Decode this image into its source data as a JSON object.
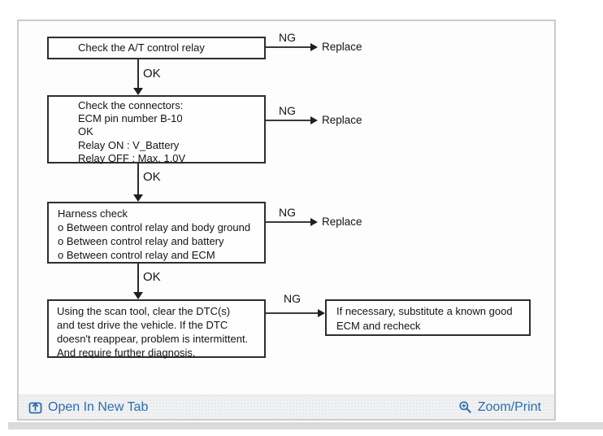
{
  "flowchart": {
    "labels": {
      "ok": "OK",
      "ng": "NG",
      "replace": "Replace"
    },
    "steps": [
      {
        "lines": [
          "Check the A/T control relay"
        ]
      },
      {
        "lines": [
          "Check the connectors:",
          "ECM pin number B-10",
          "OK",
          "Relay ON : V_Battery",
          "Relay OFF : Max. 1.0V"
        ]
      },
      {
        "lines": [
          "Harness check",
          "o Between control relay and body ground",
          "o Between control relay and battery",
          "o Between control relay and ECM"
        ]
      },
      {
        "lines": [
          "Using the scan tool, clear the DTC(s)",
          "and test drive the vehicle. If the DTC",
          "doesn't reappear, problem is intermittent.",
          "And require further diagnosis."
        ]
      }
    ],
    "ng_outcome_box": {
      "lines": [
        "If necessary, substitute a known good",
        "ECM and recheck"
      ]
    }
  },
  "footer": {
    "open_in_new_tab_label": "Open In New Tab",
    "zoom_print_label": "Zoom/Print",
    "link_color": "#2e6dad"
  }
}
